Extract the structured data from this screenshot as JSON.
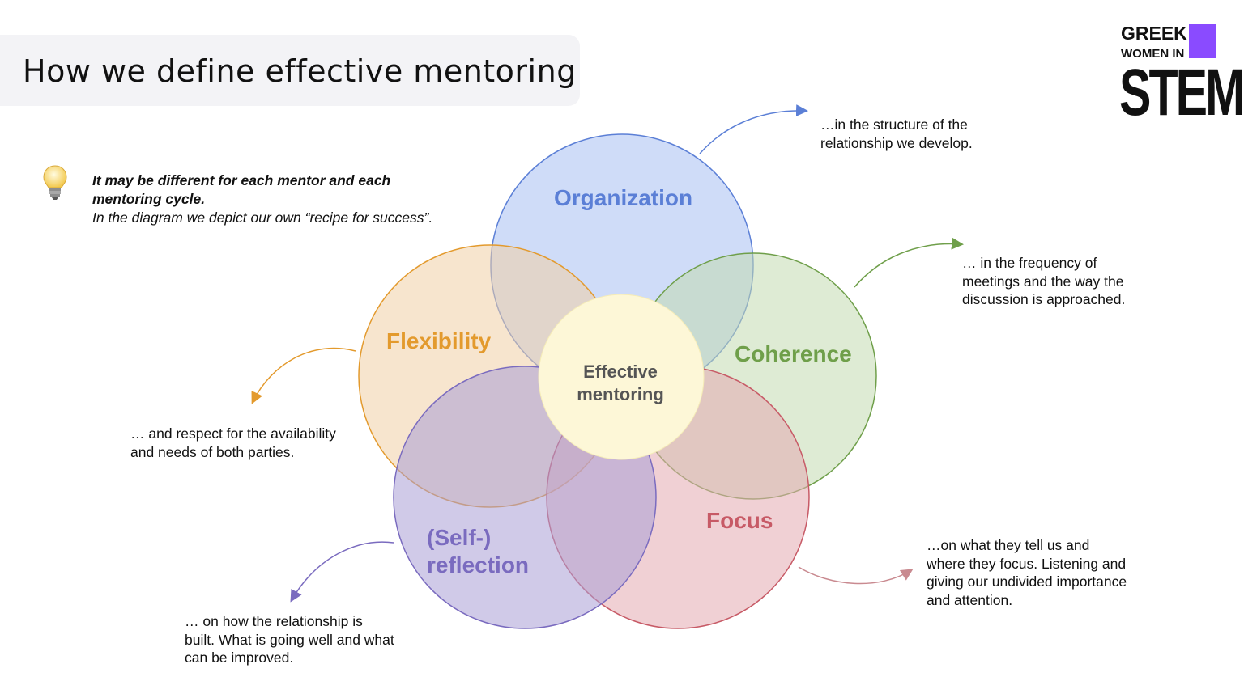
{
  "header": {
    "title": "How we define effective mentoring"
  },
  "logo": {
    "line1": "GREEK",
    "line2": "WOMEN IN",
    "line3": "STEM",
    "accent": "#8a4bff"
  },
  "note": {
    "icon": "lightbulb-icon",
    "bold_text": "It may be different for each mentor and each mentoring cycle.",
    "italic_text": "In the diagram we depict our own “recipe for success”."
  },
  "diagram": {
    "center": {
      "line1": "Effective",
      "line2": "mentoring",
      "color": "#fdf7d7"
    },
    "petals": [
      {
        "id": "organization",
        "label": "Organization",
        "description": "…in the structure of the relationship we develop.",
        "color": "#5b7fd6",
        "fill": "#c5d5f6"
      },
      {
        "id": "coherence",
        "label": "Coherence",
        "description": "… in the frequency of meetings and the way the discussion is approached.",
        "color": "#6f9f4a",
        "fill": "#d3e5c6"
      },
      {
        "id": "focus",
        "label": "Focus",
        "description": "…on what they tell us and where they focus. Listening and giving our undivided importance and attention.",
        "color": "#c75a66",
        "fill": "#ebc1c6"
      },
      {
        "id": "self-reflection",
        "label_line1": "(Self-)",
        "label_line2": "reflection",
        "description": "… on how the relationship is built. What is going well and what can be improved.",
        "color": "#7a6bbf",
        "fill": "#c6c0e3"
      },
      {
        "id": "flexibility",
        "label": "Flexibility",
        "description": "… and respect for the availability and needs of both parties.",
        "color": "#e39a2d",
        "fill": "#f4dcc0"
      }
    ]
  }
}
